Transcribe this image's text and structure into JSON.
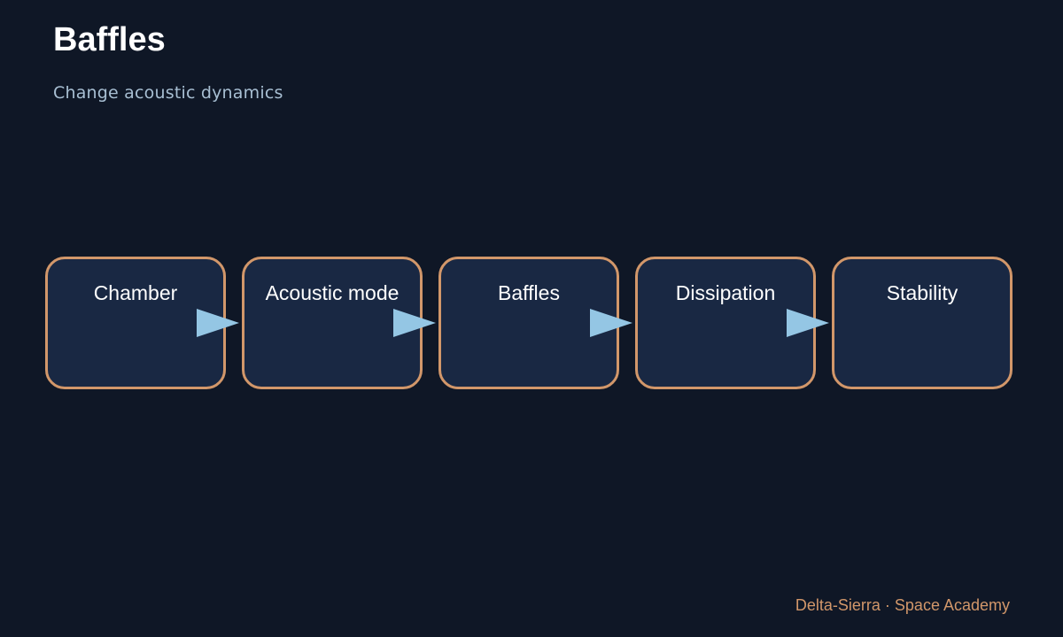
{
  "title": "Baffles",
  "subtitle": "Change acoustic dynamics",
  "steps": [
    {
      "label": "Chamber"
    },
    {
      "label": "Acoustic mode"
    },
    {
      "label": "Baffles"
    },
    {
      "label": "Dissipation"
    },
    {
      "label": "Stability"
    }
  ],
  "footer": "Delta-Sierra · Space Academy",
  "colors": {
    "background": "#0f1726",
    "node_fill": "#192843",
    "node_border": "#d2976a",
    "arrow": "#94c6e4",
    "subtitle": "#a8bfd3",
    "footer": "#d2976a"
  },
  "icons": {
    "connector": "arrow-right-icon"
  }
}
